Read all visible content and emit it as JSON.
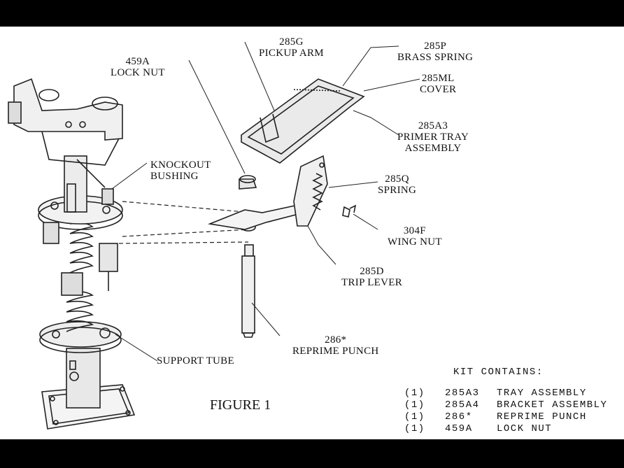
{
  "figure_title": "FIGURE 1",
  "labels": {
    "lock_nut": [
      "459A",
      "LOCK NUT"
    ],
    "knockout_bushing": [
      "KNOCKOUT",
      "BUSHING"
    ],
    "pickup_arm": [
      "285G",
      "PICKUP ARM"
    ],
    "brass_spring": [
      "285P",
      "BRASS SPRING"
    ],
    "cover": [
      "285ML",
      "COVER"
    ],
    "primer_tray": [
      "285A3",
      "PRIMER TRAY",
      "ASSEMBLY"
    ],
    "spring": [
      "285Q",
      "SPRING"
    ],
    "wing_nut": [
      "304F",
      "WING NUT"
    ],
    "trip_lever": [
      "285D",
      "TRIP LEVER"
    ],
    "reprime_punch": [
      "286*",
      "REPRIME PUNCH"
    ],
    "support_tube": [
      "SUPPORT TUBE"
    ]
  },
  "kit": {
    "title": "KIT CONTAINS:",
    "items": [
      {
        "qty": "(1)",
        "part": "285A3",
        "name": "TRAY ASSEMBLY"
      },
      {
        "qty": "(1)",
        "part": "285A4",
        "name": "BRACKET ASSEMBLY"
      },
      {
        "qty": "(1)",
        "part": "286*",
        "name": "REPRIME PUNCH"
      },
      {
        "qty": "(1)",
        "part": "459A",
        "name": "LOCK NUT"
      }
    ]
  }
}
